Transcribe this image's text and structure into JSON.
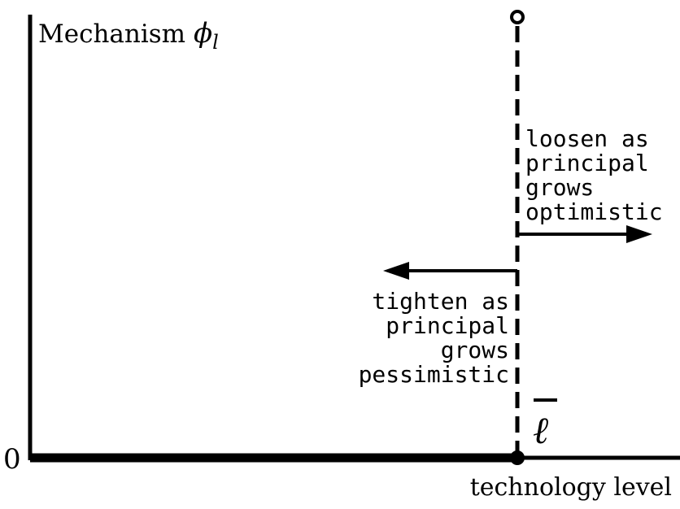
{
  "y_axis_label_text": "Mechanism ",
  "y_axis_label_symbol": "ϕ",
  "y_axis_label_subscript": "l",
  "origin_label": "0",
  "x_axis_label": "technology level",
  "threshold_symbol": "ℓ",
  "right_annotation": [
    "loosen as",
    "principal",
    "grows",
    "optimistic"
  ],
  "left_annotation": [
    "tighten as",
    "principal",
    "grows",
    "pessimistic"
  ],
  "colors": {
    "ink": "#000000",
    "background": "#ffffff"
  }
}
